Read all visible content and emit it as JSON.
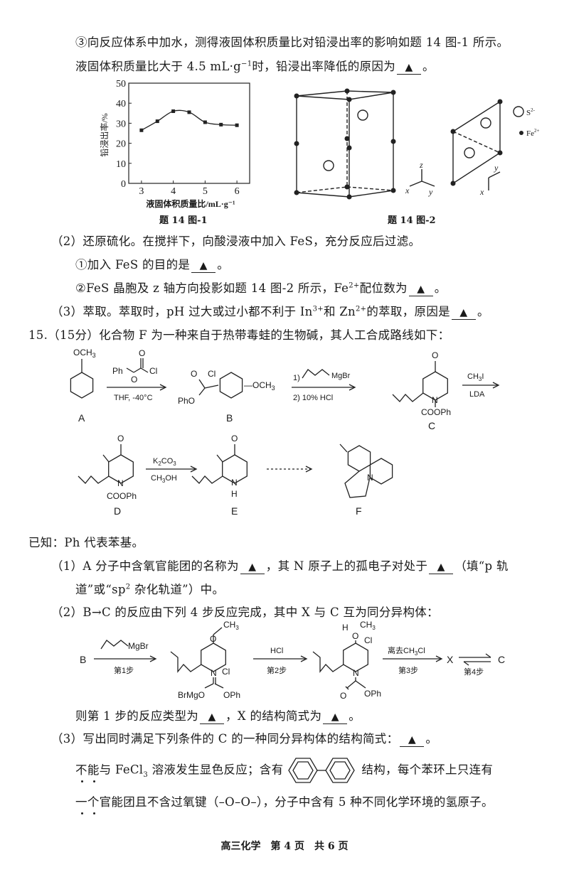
{
  "q14": {
    "part1_3_line1": "③向反应体系中加水，测得液固体积质量比对铅浸出率的影响如题 14 图-1 所示。",
    "part1_3_line2_a": "液固体积质量比大于 4.5 mL·g",
    "part1_3_line2_sup": "−1",
    "part1_3_line2_b": "时，铅浸出率降低的原因为",
    "blank": "▲",
    "period": "。",
    "fig1_caption": "题 14 图-1",
    "fig2_caption": "题 14 图-2",
    "fig2_legend": {
      "s": "S",
      "s_charge": "2-",
      "fe": "Fe",
      "fe_charge": "2+"
    },
    "fig2_axes": {
      "x": "x",
      "y": "y",
      "z": "z"
    },
    "part2_title": "（2）还原硫化。在搅拌下，向酸浸液中加入 FeS，充分反应后过滤。",
    "part2_1": "①加入 FeS 的目的是",
    "part2_2_a": "②FeS 晶胞及 z 轴方向投影如题 14 图-2 所示，Fe",
    "part2_2_sup": "2+",
    "part2_2_b": "配位数为",
    "part3_a": "（3）萃取。萃取时，pH 过大或过小都不利于 In",
    "part3_sup1": "3+",
    "part3_b": "和 Zn",
    "part3_sup2": "2+",
    "part3_c": "的萃取，原因是"
  },
  "chart_data": {
    "type": "line",
    "title": "",
    "xlabel": "液固体积质量比/mL·g⁻¹",
    "ylabel": "铅浸出率/%",
    "x": [
      3,
      3.5,
      4,
      4.5,
      5,
      5.5,
      6
    ],
    "values": [
      26.5,
      31,
      36,
      35.5,
      30.5,
      29.3,
      29
    ],
    "xlim": [
      2.6,
      6.4
    ],
    "ylim": [
      0,
      50
    ],
    "xticks": [
      "3",
      "4",
      "5",
      "6"
    ],
    "yticks": [
      "0",
      "10",
      "20",
      "30",
      "40",
      "50"
    ],
    "grid": false
  },
  "q15": {
    "title": "15.（15分）化合物 F 为一种来自于热带毒蛙的生物碱，其人工合成路线如下：",
    "scheme1": {
      "A_sub": "OCH",
      "A_sub3": "3",
      "A_label": "A",
      "reagent1_ph": "Ph",
      "reagent1_o": "O",
      "reagent1_cl": "Cl",
      "reagent1_o2": "O",
      "cond1": "THF, -40°C",
      "B_cl": "Cl",
      "B_o": "O",
      "B_pho": "PhO",
      "B_och3": "—OCH",
      "B_3": "3",
      "B_label": "B",
      "step2_1": "1)",
      "step2_mgbr": "MgBr",
      "step2_2": "2) 10% HCl",
      "C_o": "O",
      "C_n": "N",
      "C_coo": "COOPh",
      "C_label": "C",
      "reagent3": "CH",
      "reagent3_b": "3",
      "reagent3_c": "I",
      "cond3": "LDA",
      "D_o": "O",
      "D_n": "N",
      "D_coo": "COOPh",
      "D_label": "D",
      "reagent4": "K",
      "reagent4_b": "2",
      "reagent4_c": "CO",
      "reagent4_d": "3",
      "cond4": "CH",
      "cond4_b": "3",
      "cond4_c": "OH",
      "E_o": "O",
      "E_nh": "N",
      "E_h": "H",
      "E_label": "E",
      "F_n": "N",
      "F_label": "F"
    },
    "known": "已知：Ph 代表苯基。",
    "p1_line1_a": "（1）A 分子中含氧官能团的名称为",
    "p1_line1_b": "，其 N 原子上的孤电子对处于",
    "p1_line1_c": "（填“p 轨",
    "p1_line2_a": "道”或“sp",
    "p1_line2_sup": "2",
    "p1_line2_b": " 杂化轨道”）中。",
    "p2_line": "（2）B→C 的反应由下列 4 步反应完成，其中 X 与 C 互为同分异构体：",
    "scheme2": {
      "B": "B",
      "mgbr": "MgBr",
      "step1": "第1步",
      "o1": "O",
      "ch3_1": "CH",
      "n1": "N",
      "cl1": "Cl",
      "brmgo": "BrMgO",
      "oph1": "OPh",
      "hcl": "HCl",
      "step2": "第2步",
      "h": "H",
      "o2": "O",
      "ch3_2": "CH",
      "cl2": "Cl",
      "n2": "N",
      "o3": "O",
      "oph2": "OPh",
      "leave": "离去CH",
      "leave_sub": "3",
      "leave_b": "Cl",
      "step3": "第3步",
      "X": "X",
      "step4": "第4步",
      "C": "C",
      "sub3": "3"
    },
    "p2_answer_a": "则第 1 步的反应类型为",
    "p2_answer_b": "，X 的结构简式为",
    "p3_line": "（3）写出同时满足下列条件的 C 的一种同分异构体的结构简式：",
    "cond_line1_a1": "不",
    "cond_line1_a2": "能",
    "cond_line1_b": "与 FeCl",
    "cond_line1_sub": "3",
    "cond_line1_c": " 溶液发生显色反应；含有",
    "cond_line1_d": "结构，每个苯环上只连有",
    "cond_line2_a1": "一",
    "cond_line2_a2": "个",
    "cond_line2_b": "官能团且不含过氧键（–O–O–），分子中含有 5 种不同化学环境的氢原子。"
  },
  "footer": "高三化学　第 4 页　共 6 页"
}
